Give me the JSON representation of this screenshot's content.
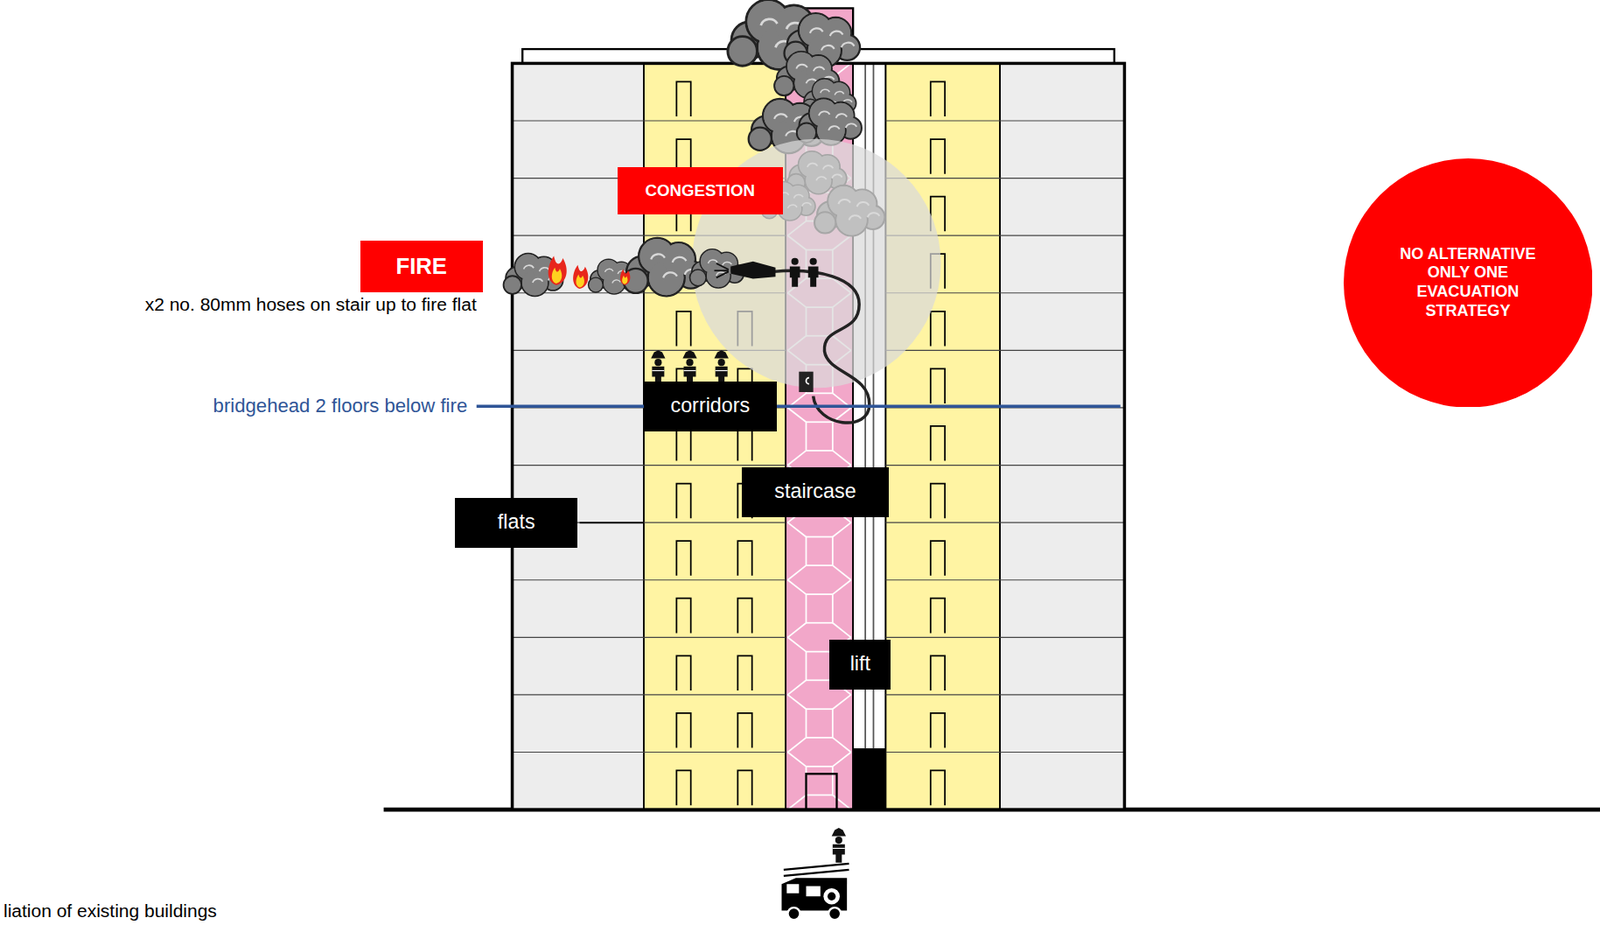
{
  "diagram": {
    "caption": "liation of existing buildings",
    "nodes": [
      {
        "text": [
          "CONGESTION"
        ]
      },
      {
        "text": [
          "FIRE"
        ]
      },
      {
        "text": [
          "NO ALTERNATIVE ONLY ONE EVACUATION STRATEGY"
        ]
      },
      {
        "text": [
          "corridors"
        ]
      },
      {
        "text": [
          "staircase"
        ]
      },
      {
        "text": [
          "flats"
        ]
      },
      {
        "text": [
          "lift"
        ]
      }
    ],
    "labels": [
      "x2 no. 80mm hoses on stair up to fire flat",
      "bridgehead 2 floors below fire"
    ]
  }
}
